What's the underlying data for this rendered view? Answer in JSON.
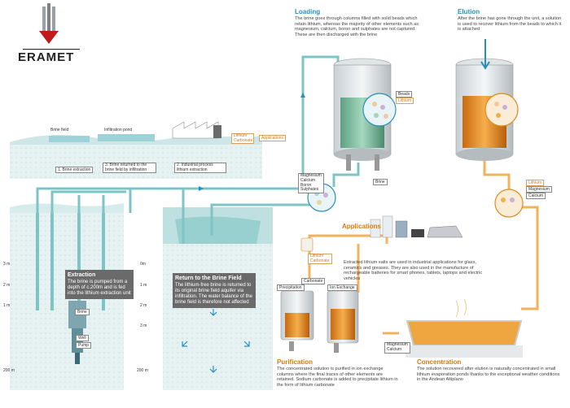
{
  "logo": {
    "text": "ERAMET"
  },
  "colors": {
    "blue": "#2a8fb8",
    "orange": "#e08a1c",
    "teal": "#7ec4c4",
    "dark_box": "#6a6a6a"
  },
  "loading": {
    "title": "Loading",
    "text": "The brine goes through columns filled with solid beads which retain lithium, whereas the majority of other elements such as magnesium, calcium, boron and sulphates are not captured. These are then discharged with the brine",
    "labels": [
      "Beads",
      "Lithium"
    ]
  },
  "elution": {
    "title": "Elution",
    "text": "After the brine has  gone through the unit, a solution is used to recover lithium from the beads to which it is attached"
  },
  "surface": {
    "brine_field": "Brine field",
    "infiltration_pond": "Infiltration pond",
    "lithium_carbonate": "Lithium Carbonate",
    "applications_tag": "Applications",
    "step1": "1. Brine extraction",
    "step3": "3. Brine returned to the brine field by infiltration",
    "step2": "2. Industrial process lithium extraction"
  },
  "discharge_labels": [
    "Magnesium",
    "Calcium",
    "Boron",
    "Sulphates"
  ],
  "brine_tag": "Brine",
  "elution_labels": [
    "Lithium",
    "Magnesium",
    "Calcium"
  ],
  "applications": {
    "title": "Applications",
    "lithium_carbonate": "Lithium Carbonate",
    "text": "Extracted lithium salts are used in industrial applications for glass, ceramics and greases. They are also used in the manufacture of rechargeable batteries for smart phones, tablets, laptops and electric vehicles"
  },
  "extraction": {
    "title": "Extraction",
    "text": "The brine is pumped from a depth of c.200m and is fed into the lithium extraction unit",
    "brine": "Brine",
    "well": "Well",
    "pump": "Pump",
    "depths": [
      "3 m",
      "2 m",
      "1 m",
      "200 m"
    ]
  },
  "return": {
    "title": "Return to the Brine Field",
    "text": "The lithium-free brine is returned to its original brine field aquifer via infiltration. The water balance of the brine field is therefore not affected",
    "depths": [
      "0m",
      "1 m",
      "2 m",
      "3 m",
      "200 m"
    ]
  },
  "purification": {
    "title": "Purification",
    "text": "The concentrated solution is purified in ion exchange columns where the final traces of other elements are retained. Sodium carbonate is added to precipitate lithium in the form of lithium carbonate",
    "precipitation": "Precipitation",
    "carbonate": "Carbonate",
    "ion_exchange": "Ion Exchange",
    "magnesium": "Magnesium",
    "calcium": "Calcium"
  },
  "concentration": {
    "title": "Concentration",
    "text": "The solution recovered after elution is naturally concentrated in small lithium evaporation ponds thanks to the exceptional weather conditions in the Andean Altiplano"
  }
}
